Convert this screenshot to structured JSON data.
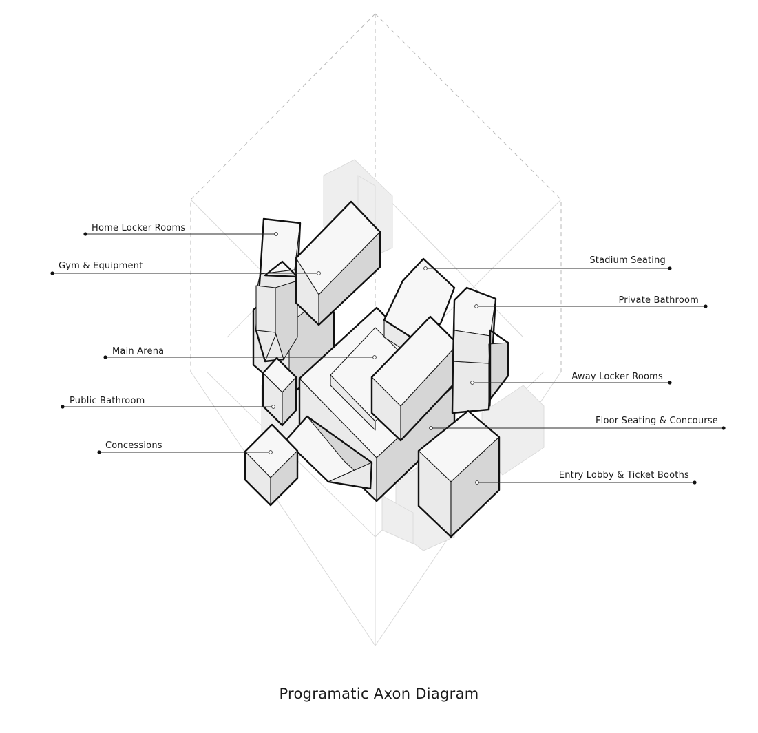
{
  "caption": "Programatic Axon Diagram",
  "labels": {
    "home_locker_rooms": "Home Locker Rooms",
    "gym_equipment": "Gym & Equipment",
    "main_arena": "Main Arena",
    "public_bathroom": "Public Bathroom",
    "concessions": "Concessions",
    "stadium_seating": "Stadium Seating",
    "private_bathroom": "Private Bathroom",
    "away_locker_rooms": "Away Locker Rooms",
    "floor_seating_concourse": "Floor Seating & Concourse",
    "entry_lobby_ticket_booths": "Entry Lobby & Ticket Booths"
  },
  "colors": {
    "line": "#111111",
    "guide": "#b8b8b8",
    "top_face": "#f7f7f7",
    "side_face_light": "#eaeaea",
    "side_face_dark": "#d6d6d6"
  }
}
